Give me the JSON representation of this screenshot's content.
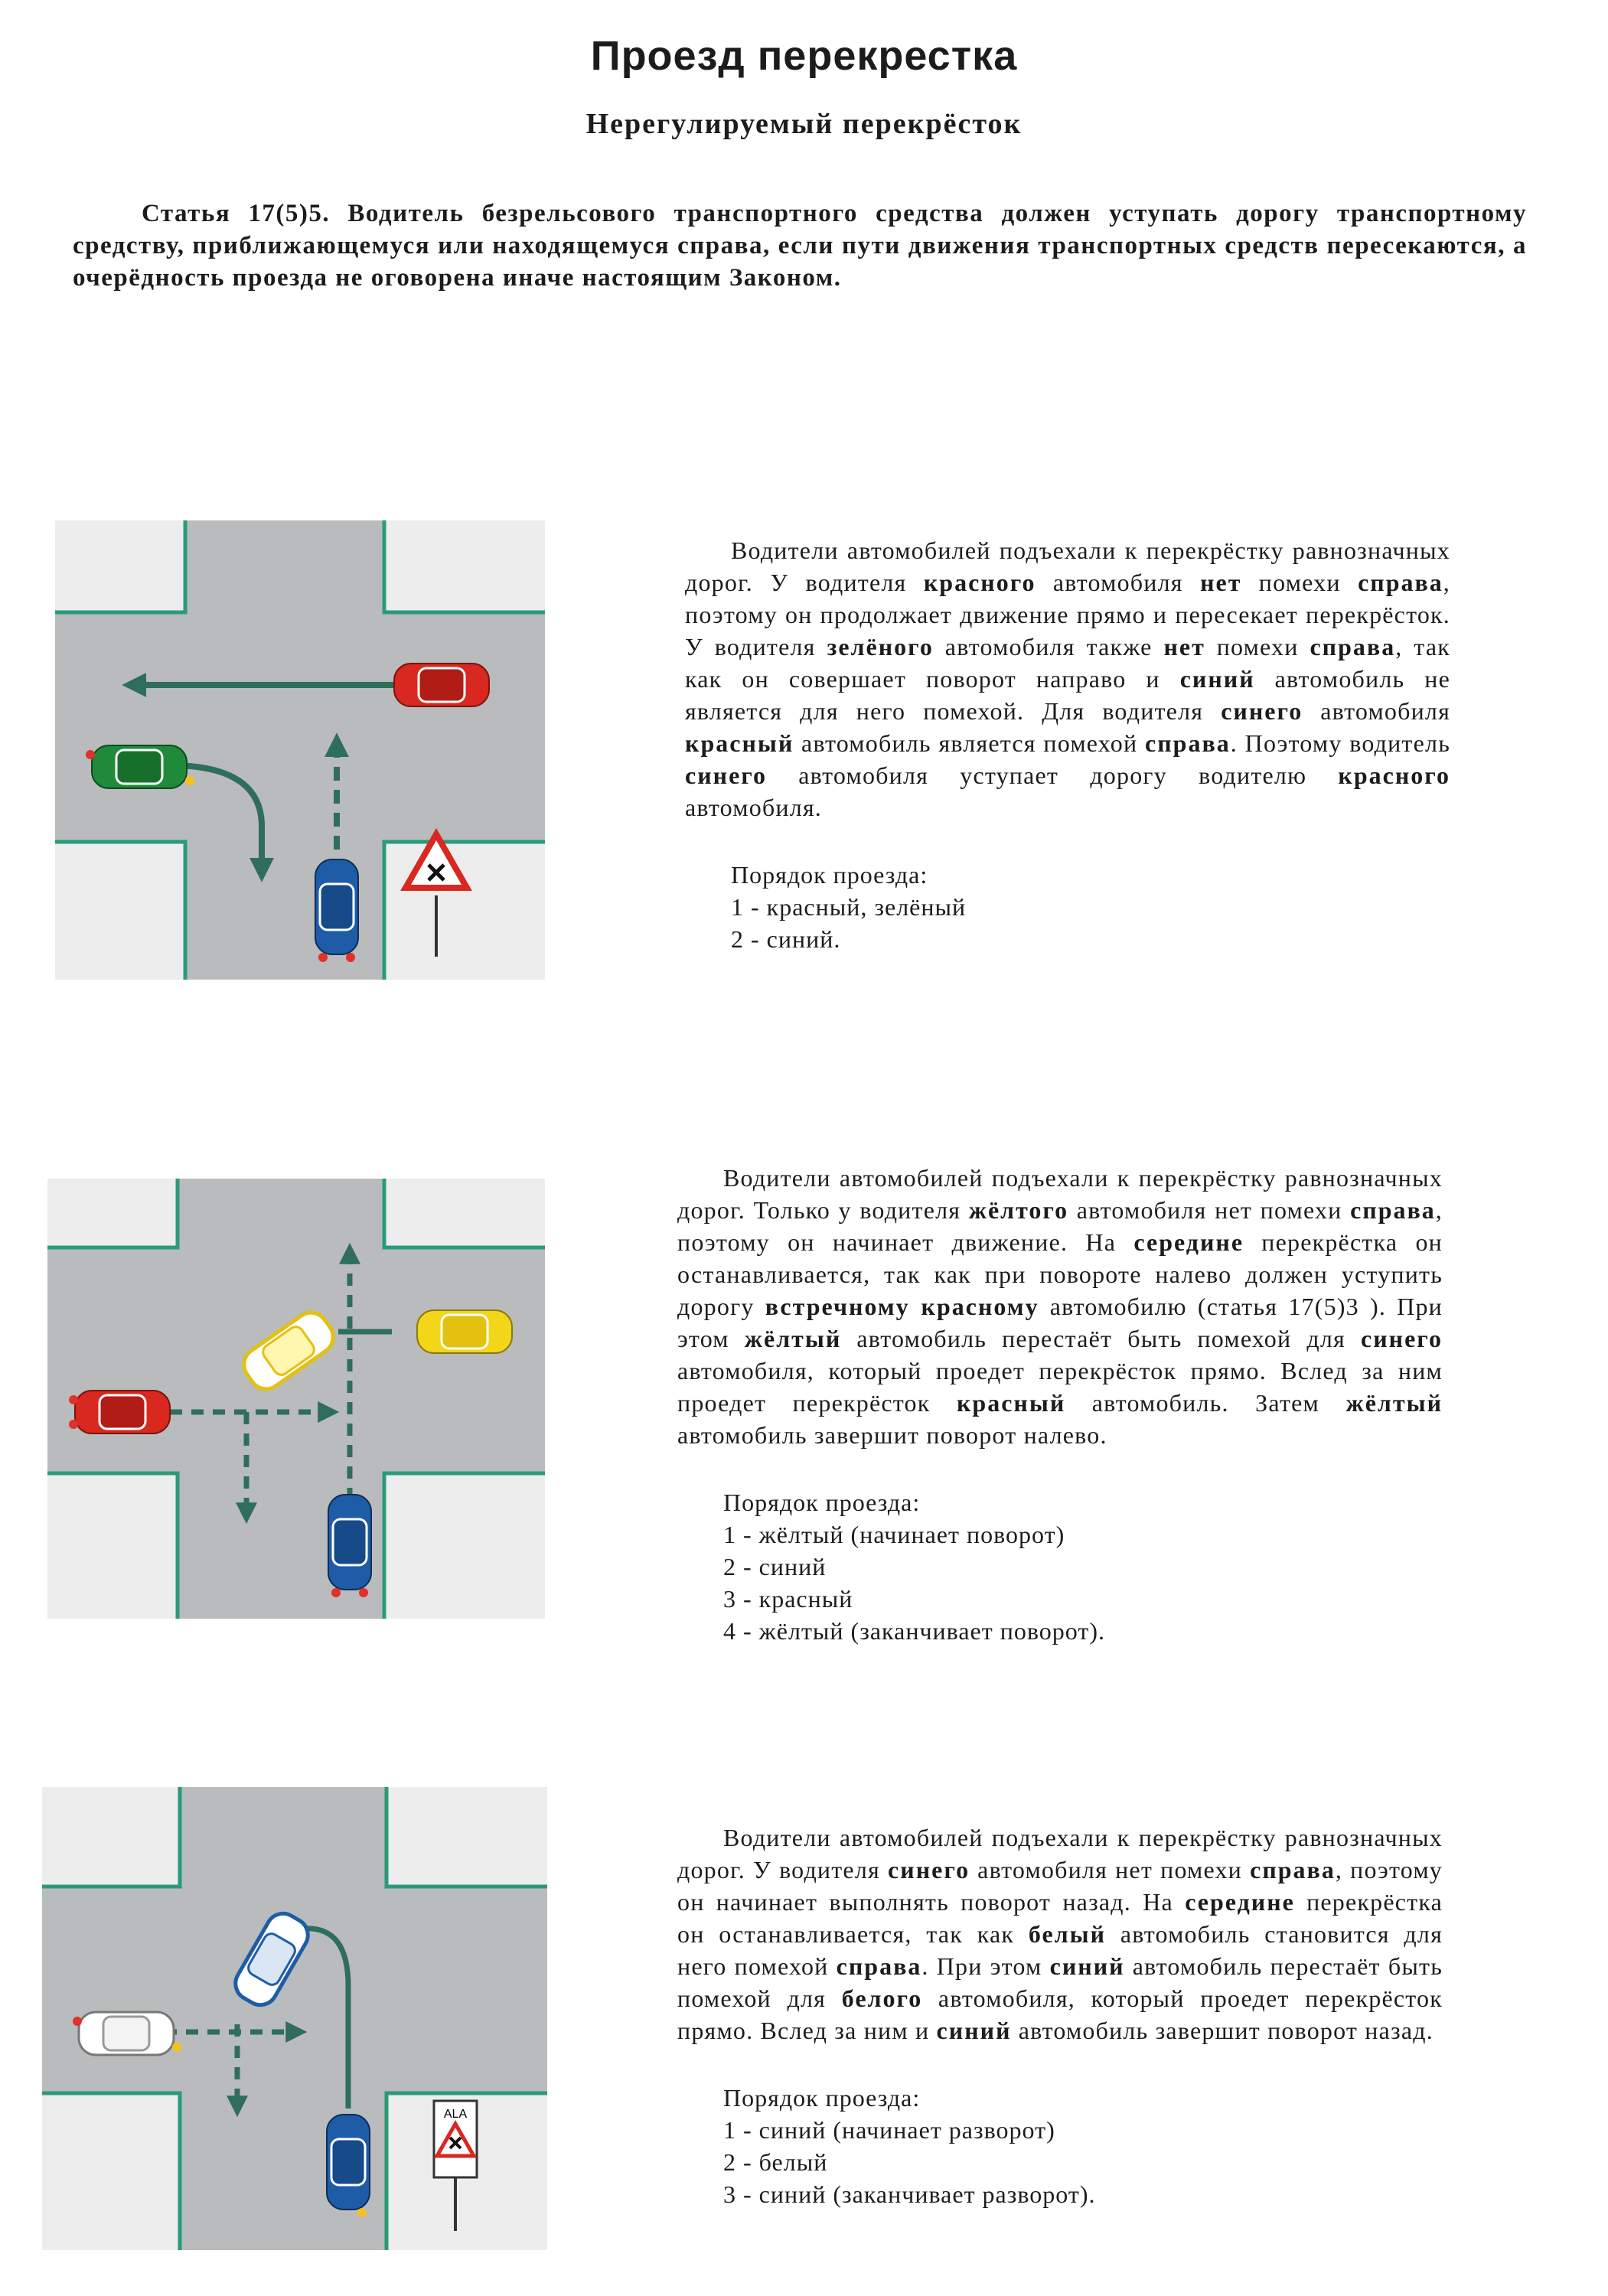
{
  "header": {
    "title": "Проезд перекрестка",
    "subtitle": "Нерегулируемый перекрёсток"
  },
  "article": {
    "text": "Статья 17(5)5. Водитель безрельсового транспортного средства должен уступать дорогу транспортному средству, приближающемуся или находящемуся справа, если пути движения транспортных средств пересекаются, а очерёдность проезда не оговорена иначе настоящим Законом."
  },
  "colors": {
    "road": "#b9bbbc",
    "sidewalk": "#ededed",
    "curb": "#2a9a7a",
    "arrow": "#2f6e5a",
    "red_car": "#d8281f",
    "green_car": "#1f8a3a",
    "blue_car": "#1f5ca8",
    "yellow_car": "#f3d51a",
    "white_car": "#ffffff"
  },
  "sections": [
    {
      "paragraph": [
        {
          "t": "Водители автомобилей подъехали к перекрёстку равнозначных дорог. У водителя ",
          "b": false
        },
        {
          "t": "красного",
          "b": true
        },
        {
          "t": " автомобиля ",
          "b": false
        },
        {
          "t": "нет",
          "b": true
        },
        {
          "t": " помехи ",
          "b": false
        },
        {
          "t": "справа",
          "b": true
        },
        {
          "t": ", поэтому он продолжает движение прямо и пересекает перекрёсток. У водителя ",
          "b": false
        },
        {
          "t": "зелёного",
          "b": true
        },
        {
          "t": " автомобиля также ",
          "b": false
        },
        {
          "t": "нет",
          "b": true
        },
        {
          "t": " помехи ",
          "b": false
        },
        {
          "t": "справа",
          "b": true
        },
        {
          "t": ", так как он совершает поворот направо и ",
          "b": false
        },
        {
          "t": "синий",
          "b": true
        },
        {
          "t": " автомобиль не является для него помехой. Для водителя ",
          "b": false
        },
        {
          "t": "синего",
          "b": true
        },
        {
          "t": " автомобиля ",
          "b": false
        },
        {
          "t": "красный",
          "b": true
        },
        {
          "t": " автомобиль является помехой ",
          "b": false
        },
        {
          "t": "справа",
          "b": true
        },
        {
          "t": ". Поэтому водитель ",
          "b": false
        },
        {
          "t": "синего",
          "b": true
        },
        {
          "t": " автомобиля уступает дорогу водителю ",
          "b": false
        },
        {
          "t": "красного",
          "b": true
        },
        {
          "t": " автомобиля.",
          "b": false
        }
      ],
      "order_heading": "Порядок проезда:",
      "order_items": [
        "1 - красный, зелёный",
        "2 - синий."
      ]
    },
    {
      "paragraph": [
        {
          "t": "Водители автомобилей подъехали к перекрёстку равнозначных дорог. Только у водителя ",
          "b": false
        },
        {
          "t": "жёлтого",
          "b": true
        },
        {
          "t": " автомобиля нет помехи ",
          "b": false
        },
        {
          "t": "справа",
          "b": true
        },
        {
          "t": ", поэтому он начинает движение. На ",
          "b": false
        },
        {
          "t": "середине",
          "b": true
        },
        {
          "t": " перекрёстка он останавливается, так как при повороте налево должен уступить дорогу ",
          "b": false
        },
        {
          "t": "встречному красному",
          "b": true
        },
        {
          "t": " автомобилю (статья 17(5)3 ). При этом ",
          "b": false
        },
        {
          "t": "жёлтый",
          "b": true
        },
        {
          "t": " автомобиль перестаёт быть помехой для ",
          "b": false
        },
        {
          "t": "синего",
          "b": true
        },
        {
          "t": " автомобиля, который проедет перекрёсток прямо. Вслед за ним проедет перекрёсток ",
          "b": false
        },
        {
          "t": "красный",
          "b": true
        },
        {
          "t": " автомобиль. Затем ",
          "b": false
        },
        {
          "t": "жёлтый",
          "b": true
        },
        {
          "t": " автомобиль завершит поворот налево.",
          "b": false
        }
      ],
      "order_heading": "Порядок проезда:",
      "order_items": [
        "1 - жёлтый (начинает поворот)",
        "2 - синий",
        "3 - красный",
        "4 - жёлтый (заканчивает поворот)."
      ]
    },
    {
      "paragraph": [
        {
          "t": "Водители автомобилей подъехали к перекрёстку равнозначных дорог. У водителя ",
          "b": false
        },
        {
          "t": "синего",
          "b": true
        },
        {
          "t": " автомобиля нет помехи ",
          "b": false
        },
        {
          "t": "справа",
          "b": true
        },
        {
          "t": ", поэтому он начинает выполнять поворот назад. На ",
          "b": false
        },
        {
          "t": "середине",
          "b": true
        },
        {
          "t": " перекрёстка он останавливается, так как ",
          "b": false
        },
        {
          "t": "белый",
          "b": true
        },
        {
          "t": " автомобиль становится для него помехой ",
          "b": false
        },
        {
          "t": "справа",
          "b": true
        },
        {
          "t": ". При этом ",
          "b": false
        },
        {
          "t": "синий",
          "b": true
        },
        {
          "t": " автомобиль перестаёт быть помехой для ",
          "b": false
        },
        {
          "t": "белого",
          "b": true
        },
        {
          "t": " автомобиля, который проедет перекрёсток прямо. Вслед за ним и ",
          "b": false
        },
        {
          "t": "синий",
          "b": true
        },
        {
          "t": " автомобиль завершит поворот назад.",
          "b": false
        }
      ],
      "order_heading": "Порядок проезда:",
      "order_items": [
        "1 - синий (начинает разворот)",
        "2 - белый",
        "3 - синий (заканчивает разворот)."
      ],
      "sign_plate": "ALA"
    }
  ]
}
